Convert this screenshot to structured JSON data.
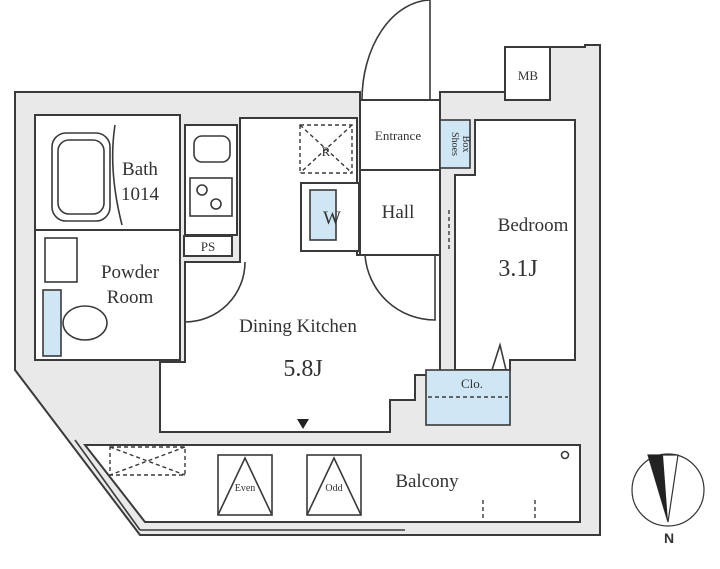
{
  "rooms": {
    "bath": {
      "name": "Bath",
      "size": "1014"
    },
    "ps": "PS",
    "powder_room": {
      "line1": "Powder",
      "line2": "Room"
    },
    "refrigerator": "R",
    "washer": "W",
    "entrance": "Entrance",
    "shoes_box": {
      "line1": "Shoes",
      "line2": "Box"
    },
    "hall": "Hall",
    "bedroom": {
      "name": "Bedroom",
      "size": "3.1J"
    },
    "dining_kitchen": {
      "name": "Dining Kitchen",
      "size": "5.8J"
    },
    "closet": "Clo.",
    "balcony": "Balcony",
    "even": "Even",
    "odd": "Odd",
    "meter_box": "MB"
  },
  "compass": {
    "label": "N"
  },
  "colors": {
    "wall": "#e9e9e9",
    "fixture": "#cfe6f5",
    "line": "#3a3a3a"
  }
}
